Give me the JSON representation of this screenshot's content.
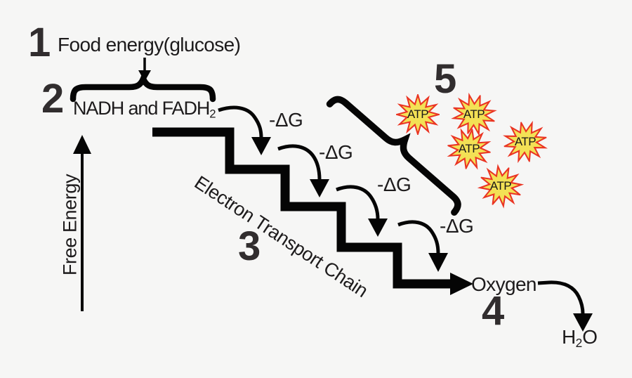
{
  "figure": {
    "background": "#f6f6f5",
    "ink": "#1d1b1c",
    "description_numbers": [
      "1",
      "2",
      "3",
      "4",
      "5"
    ]
  },
  "numbers": {
    "n1": "1",
    "n2": "2",
    "n3": "3",
    "n4": "4",
    "n5": "5"
  },
  "labels": {
    "food": "Food energy(glucose)",
    "nadh_main": "NADH and FADH",
    "nadh_sub": "2",
    "etc": "Electron Transport Chain",
    "free_energy": "Free Energy",
    "oxygen": "Oxygen",
    "water_pre": "H",
    "water_sub": "2",
    "water_post": "O"
  },
  "delta_g_labels": [
    "-ΔG",
    "-ΔG",
    "-ΔG",
    "-ΔG"
  ],
  "atp_labels": [
    "ATP",
    "ATP",
    "ATP",
    "ATP",
    "ATP"
  ],
  "colors": {
    "star_fill": "#f3e155",
    "star_stroke": "#ea3423",
    "ink": "#1d1b1c",
    "shape_black": "#050505"
  }
}
